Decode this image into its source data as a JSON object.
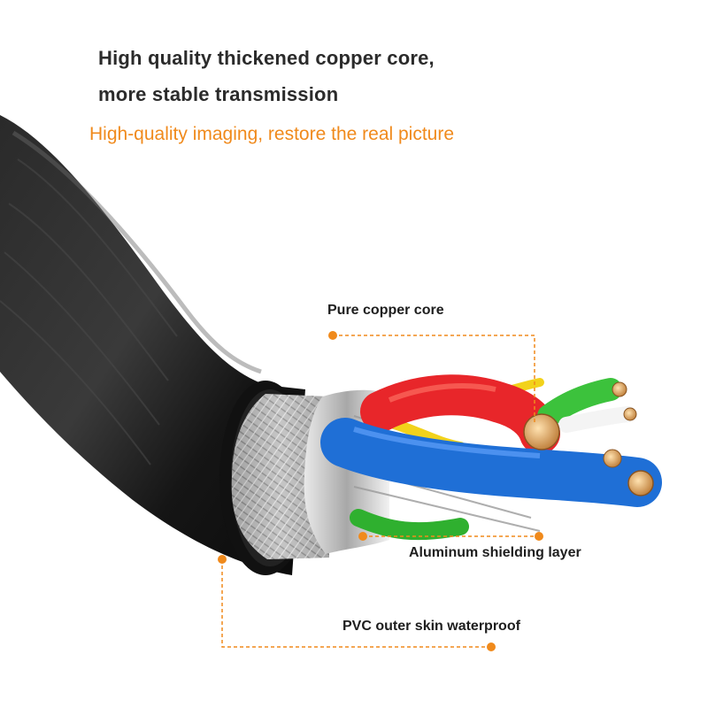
{
  "headline": {
    "line1": "High quality thickened copper core,",
    "line2": "more stable transmission"
  },
  "subheadline": "High-quality imaging, restore the real picture",
  "callouts": {
    "core": "Pure copper core",
    "shield": "Aluminum shielding layer",
    "jacket": "PVC outer skin waterproof"
  },
  "colors": {
    "accent": "#f08a1c",
    "text_dark": "#2b2b2b",
    "jacket": "#1c1c1c",
    "wire_red": "#e8262a",
    "wire_blue": "#1f6fd6",
    "wire_green": "#3cc23c",
    "wire_yellow": "#f2d21b",
    "wire_white": "#f4f4f4",
    "copper": "#d79a55"
  }
}
